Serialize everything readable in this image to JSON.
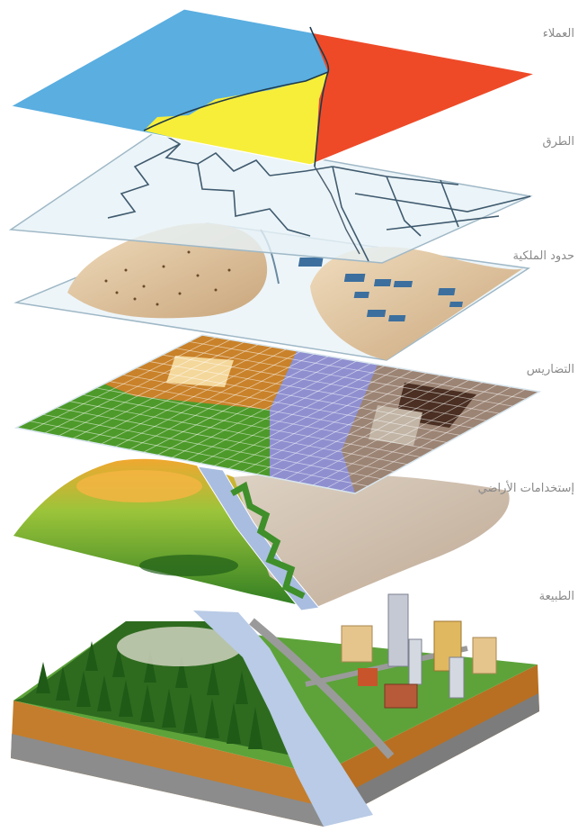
{
  "layers": [
    {
      "id": "customers",
      "label": "العملاء"
    },
    {
      "id": "roads",
      "label": "الطرق"
    },
    {
      "id": "parcels",
      "label": "حدود الملكية"
    },
    {
      "id": "elevation",
      "label": "التضاريس"
    },
    {
      "id": "landuse",
      "label": "إستخدامات الأراضي"
    },
    {
      "id": "realworld",
      "label": "الطبيعة"
    }
  ],
  "colors": {
    "customers_blue": "#5aaee0",
    "customers_yellow": "#f7ee3a",
    "customers_red": "#ee4a28",
    "glass_fill": "#e6f1f6",
    "glass_edge": "#9fb8c6",
    "grid_green": "#4d9a2a",
    "grid_orange": "#c9822a",
    "grid_purple": "#8f8fd0",
    "grid_brown": "#9c8474",
    "grid_dark": "#4a2f22",
    "soil": "#c47d2c",
    "rock": "#8c8c8c",
    "river": "#b9cbe6"
  }
}
